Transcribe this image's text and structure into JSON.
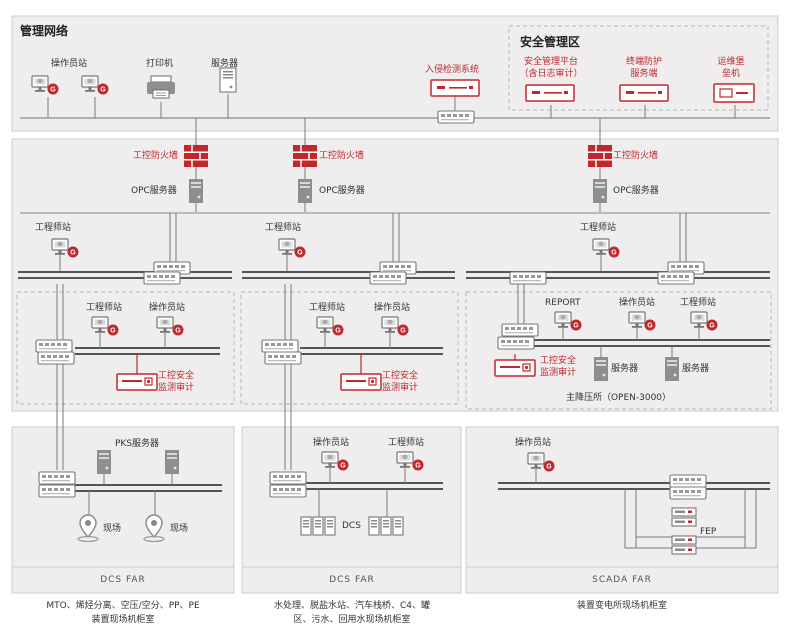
{
  "management": {
    "title": "管理网络",
    "security_zone_title": "安全管理区",
    "operator_station": "操作员站",
    "printer": "打印机",
    "server": "服务器",
    "ids": "入侵检测系统",
    "sec_platform_line1": "安全管理平台",
    "sec_platform_line2": "（含日志审计）",
    "endpoint_line1": "终端防护",
    "endpoint_line2": "服务端",
    "bastion_line1": "运维堡",
    "bastion_line2": "垒机"
  },
  "control": {
    "firewall": "工控防火墙",
    "opc_server": "OPC服务器",
    "engineer_station": "工程师站",
    "operator_station": "操作员站",
    "report": "REPORT",
    "audit_line1": "工控安全",
    "audit_line2": "监测审计",
    "server": "服务器",
    "substation": "主降压所（OPEN-3000）"
  },
  "field": {
    "pks_server": "PKS服务器",
    "site": "现场",
    "operator_station": "操作员站",
    "engineer_station": "工程师站",
    "dcs": "DCS",
    "fep": "FEP"
  },
  "footers": {
    "left": "DCS  FAR",
    "middle": "DCS  FAR",
    "right": "SCADA  FAR"
  },
  "captions": {
    "left_line1": "MTO、烯烃分离、空压/空分、PP、PE",
    "left_line2": "装置现场机柜室",
    "middle_line1": "水处理、脱盐水站、汽车栈桥、C4、罐",
    "middle_line2": "区、污水、回用水现场机柜室",
    "right_line1": "装置变电所现场机柜室"
  },
  "icons": [
    "monitor-icon",
    "badge-g-icon",
    "printer-icon",
    "server-tower-icon",
    "switch-icon",
    "firewall-icon",
    "appliance-icon",
    "location-pin-icon",
    "rack-icon"
  ],
  "colors": {
    "accent": "#c0282d",
    "zone_fill": "#efedee",
    "zone_border": "#cfcbcc",
    "line": "#7a7a7a",
    "bus": "#555555",
    "device": "#8e8e8e"
  }
}
